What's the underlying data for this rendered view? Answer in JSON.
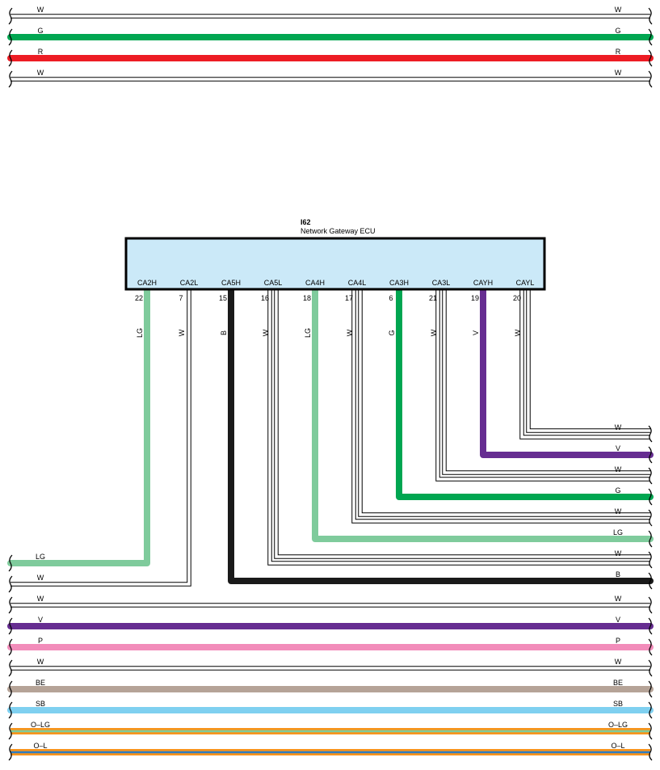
{
  "ecu": {
    "code": "I62",
    "name": "Network Gateway ECU",
    "fill_color": "#cbe9f8",
    "pins": [
      {
        "signal": "CA2H",
        "pin": "22",
        "wire": "LG"
      },
      {
        "signal": "CA2L",
        "pin": "7",
        "wire": "W"
      },
      {
        "signal": "CA5H",
        "pin": "15",
        "wire": "B"
      },
      {
        "signal": "CA5L",
        "pin": "16",
        "wire": "W"
      },
      {
        "signal": "CA4H",
        "pin": "18",
        "wire": "LG"
      },
      {
        "signal": "CA4L",
        "pin": "17",
        "wire": "W"
      },
      {
        "signal": "CA3H",
        "pin": "6",
        "wire": "G"
      },
      {
        "signal": "CA3L",
        "pin": "21",
        "wire": "W"
      },
      {
        "signal": "CAYH",
        "pin": "19",
        "wire": "V"
      },
      {
        "signal": "CAYL",
        "pin": "20",
        "wire": "W"
      }
    ]
  },
  "wire_colors": {
    "W": "#ffffff",
    "G": "#00a651",
    "R": "#ed1c24",
    "LG": "#7fcb9c",
    "B": "#1a1a1a",
    "V": "#662d91",
    "P": "#f28cba",
    "BE": "#b5a397",
    "SB": "#7fd0f0",
    "O": "#f7941d",
    "L": "#2e7dc1"
  },
  "top_bus": [
    {
      "left": "W",
      "right": "W"
    },
    {
      "left": "G",
      "right": "G"
    },
    {
      "left": "R",
      "right": "R"
    },
    {
      "left": "W",
      "right": "W"
    }
  ],
  "right_wires": [
    "W",
    "V",
    "W",
    "G",
    "W",
    "LG",
    "W",
    "B"
  ],
  "bottom_bus": [
    {
      "left": "LG",
      "right": ""
    },
    {
      "left": "W",
      "right": ""
    },
    {
      "left": "W",
      "right": "W"
    },
    {
      "left": "V",
      "right": "V"
    },
    {
      "left": "P",
      "right": "P"
    },
    {
      "left": "W",
      "right": "W"
    },
    {
      "left": "BE",
      "right": "BE"
    },
    {
      "left": "SB",
      "right": "SB"
    },
    {
      "left": "O–LG",
      "right": "O–LG"
    },
    {
      "left": "O–L",
      "right": "O–L"
    }
  ]
}
